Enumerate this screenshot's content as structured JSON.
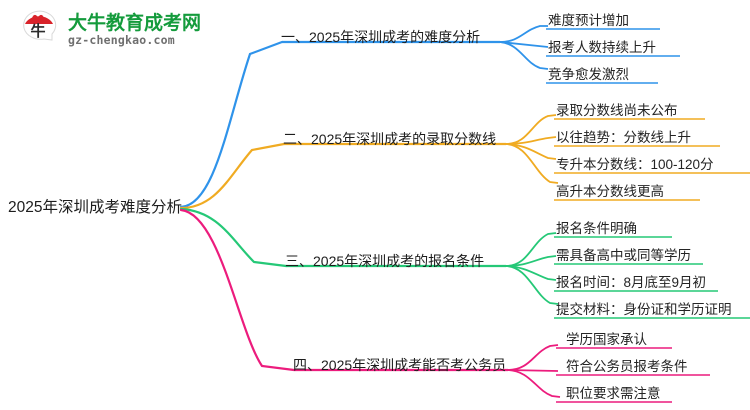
{
  "logo": {
    "icon_name": "daniu-bull-logo",
    "brand_cn": "大牛教育成考网",
    "brand_url": "gz-chengkao.com",
    "mark_text": "大牛",
    "brand_color": "#149b3c",
    "mark_color": "#d9232a"
  },
  "mindmap": {
    "root": {
      "label": "2025年深圳成考难度分析"
    },
    "branches": [
      {
        "id": "branch-1",
        "label": "一、2025年深圳成考的难度分析",
        "color": "#2f93ea",
        "children": [
          {
            "label": "难度预计增加"
          },
          {
            "label": "报考人数持续上升"
          },
          {
            "label": "竞争愈发激烈"
          }
        ]
      },
      {
        "id": "branch-2",
        "label": "二、2025年深圳成考的录取分数线",
        "color": "#f0ab22",
        "children": [
          {
            "label": "录取分数线尚未公布"
          },
          {
            "label": "以往趋势：分数线上升"
          },
          {
            "label": "专升本分数线：100-120分"
          },
          {
            "label": "高升本分数线更高"
          }
        ]
      },
      {
        "id": "branch-3",
        "label": "三、2025年深圳成考的报名条件",
        "color": "#25c877",
        "children": [
          {
            "label": "报名条件明确"
          },
          {
            "label": "需具备高中或同等学历"
          },
          {
            "label": "报名时间：8月底至9月初"
          },
          {
            "label": "提交材料：身份证和学历证明"
          }
        ]
      },
      {
        "id": "branch-4",
        "label": "四、2025年深圳成考能否考公务员",
        "color": "#ec1c7d",
        "children": [
          {
            "label": "学历国家承认"
          },
          {
            "label": "符合公务员报考条件"
          },
          {
            "label": "职位要求需注意"
          }
        ]
      }
    ]
  }
}
